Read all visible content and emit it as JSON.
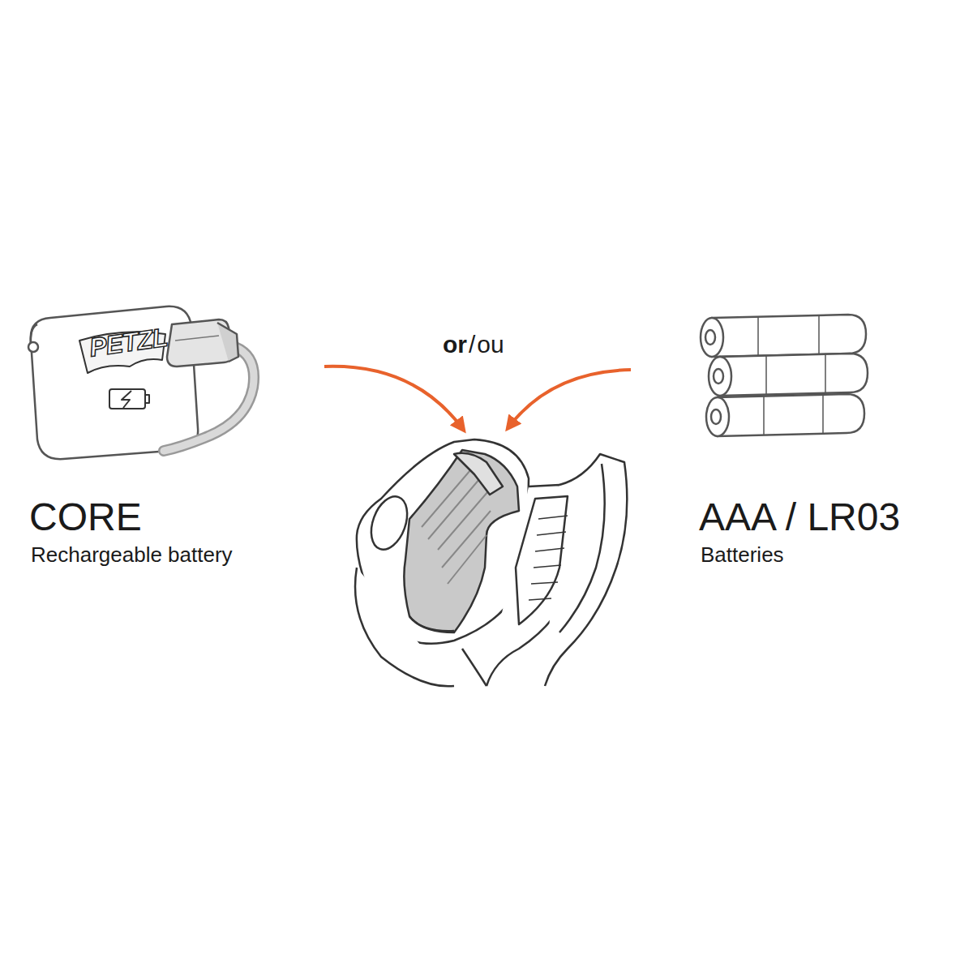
{
  "diagram": {
    "labels": [
      "PETZL",
      "or",
      "/",
      "ou",
      "CORE",
      "Rechargeable battery",
      "AAA / LR03",
      "Batteries"
    ]
  }
}
